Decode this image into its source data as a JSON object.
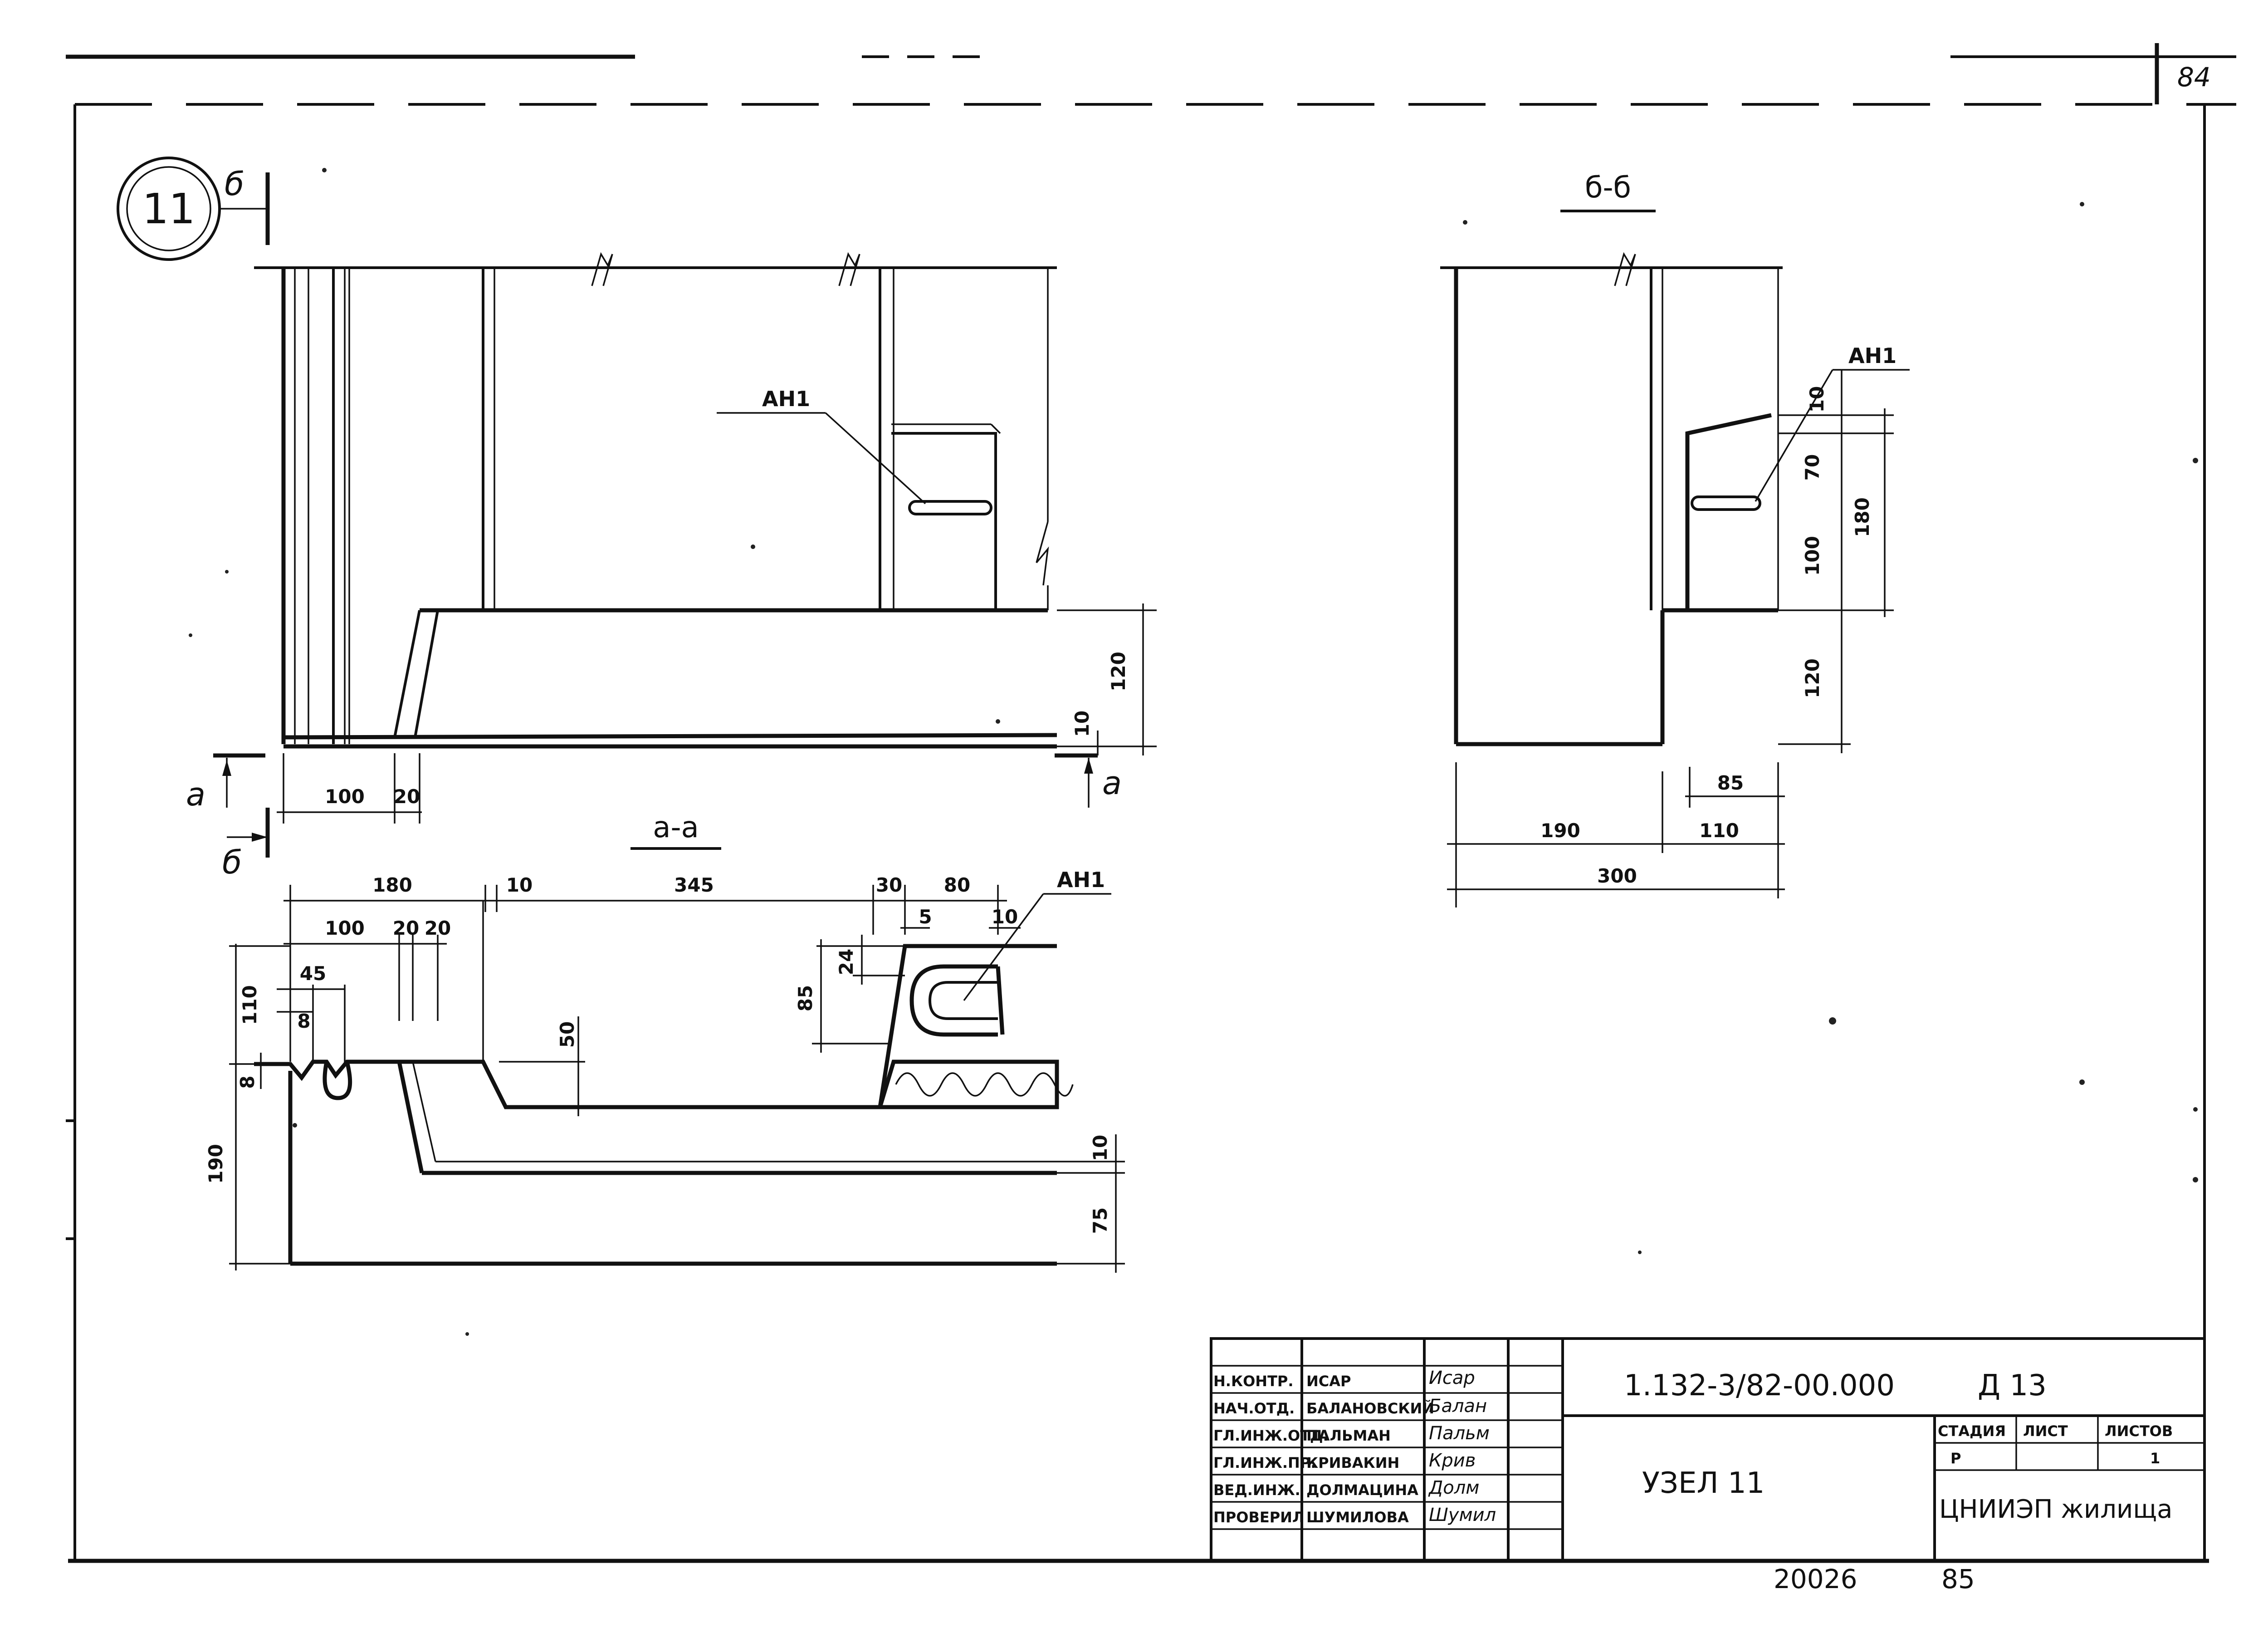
{
  "sheet": {
    "page_number": "84",
    "bottom_left_number": "20026",
    "bottom_right_number": "85"
  },
  "node_circle": {
    "label": "11"
  },
  "main_view": {
    "part_label": "АН1",
    "section_mark_a": "а",
    "section_mark_b": "б",
    "dims": {
      "d100": "100",
      "d20": "20",
      "d120": "120",
      "d10": "10"
    }
  },
  "section_aa": {
    "title": "а-а",
    "part_label": "АН1",
    "dims": {
      "d180": "180",
      "d10a": "10",
      "d345": "345",
      "d30": "30",
      "d80": "80",
      "d100": "100",
      "d20a": "20",
      "d20b": "20",
      "d5": "5",
      "d10b": "10",
      "d110": "110",
      "d45": "45",
      "d8a": "8",
      "d8b": "8",
      "d24": "24",
      "d85": "85",
      "d50": "50",
      "d190": "190",
      "d10c": "10",
      "d75": "75"
    }
  },
  "section_bb": {
    "title": "б-б",
    "part_label": "АН1",
    "dims": {
      "d10": "10",
      "d70": "70",
      "d180": "180",
      "d100": "100",
      "d120": "120",
      "d85": "85",
      "d190": "190",
      "d110": "110",
      "d300": "300"
    }
  },
  "title_block": {
    "roles": [
      "Н.КОНТР.",
      "НАЧ.ОТД.",
      "ГЛ.ИНЖ.ОТД.",
      "ГЛ.ИНЖ.ПР.",
      "ВЕД.ИНЖ.",
      "ПРОВЕРИЛ"
    ],
    "names": [
      "ИСАР",
      "БАЛАНОВСКИЙ",
      "ПАЛЬМАН",
      "КРИВАКИН",
      "ДОЛМАЦИНА",
      "ШУМИЛОВА"
    ],
    "signatures": [
      "Исар",
      "Балан",
      "Пальм",
      "Крив",
      "Долм",
      "Шумил"
    ],
    "doc_code": "1.132-3/82-00.000",
    "doc_suffix": "Д 13",
    "object_name": "УЗЕЛ 11",
    "stage_header": "СТАДИЯ",
    "sheet_header": "ЛИСТ",
    "sheets_header": "ЛИСТОВ",
    "stage": "Р",
    "sheet_no": "",
    "sheets_count": "1",
    "organization": "ЦНИИЭП жилища"
  }
}
